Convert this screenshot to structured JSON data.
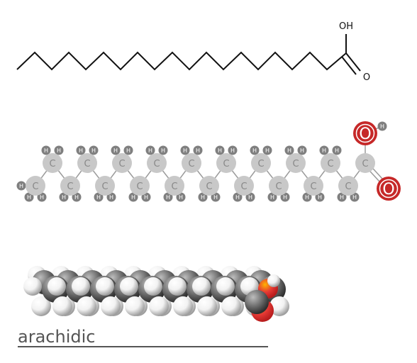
{
  "skeletal": {
    "oh_label": "OH",
    "o_label": "O",
    "carbon_count": 20
  },
  "ball_stick": {
    "carbon_label": "C",
    "hydrogen_label": "H",
    "oxygen_label": "O",
    "colors": {
      "carbon": "#c8c8c8",
      "hydrogen": "#7f7f7f",
      "oxygen": "#c62828"
    }
  },
  "space_filling": {
    "colors": {
      "carbon": "#6e6e6e",
      "hydrogen": "#f2f2f2",
      "oxygen": "#e53935",
      "oxygen_highlight": "#ffb300"
    }
  },
  "caption": {
    "name": "arachidic"
  }
}
